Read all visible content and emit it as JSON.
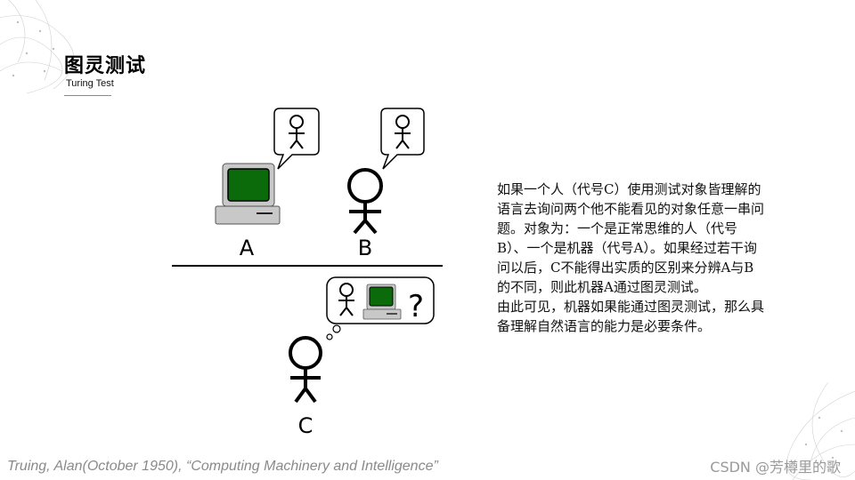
{
  "header": {
    "title": "图灵测试",
    "subtitle": "Turing Test"
  },
  "diagram": {
    "label_a": "A",
    "label_b": "B",
    "label_c": "C",
    "question_mark": "?"
  },
  "description": {
    "paragraph_1": "如果一个人（代号C）使用测试对象皆理解的语言去询问两个他不能看见的对象任意一串问题。对象为：一个是正常思维的人（代号B）、一个是机器（代号A）。如果经过若干询问以后，C不能得出实质的区别来分辨A与B的不同，则此机器A通过图灵测试。",
    "paragraph_2": "由此可见，机器如果能通过图灵测试，那么具备理解自然语言的能力是必要条件。"
  },
  "footer": {
    "citation": "Truing, Alan(October 1950), “Computing Machinery and Intelligence”",
    "watermark": "CSDN @芳樽里的歌"
  },
  "colors": {
    "screen_green": "#0b6b0b",
    "computer_gray": "#c8c8c8"
  }
}
